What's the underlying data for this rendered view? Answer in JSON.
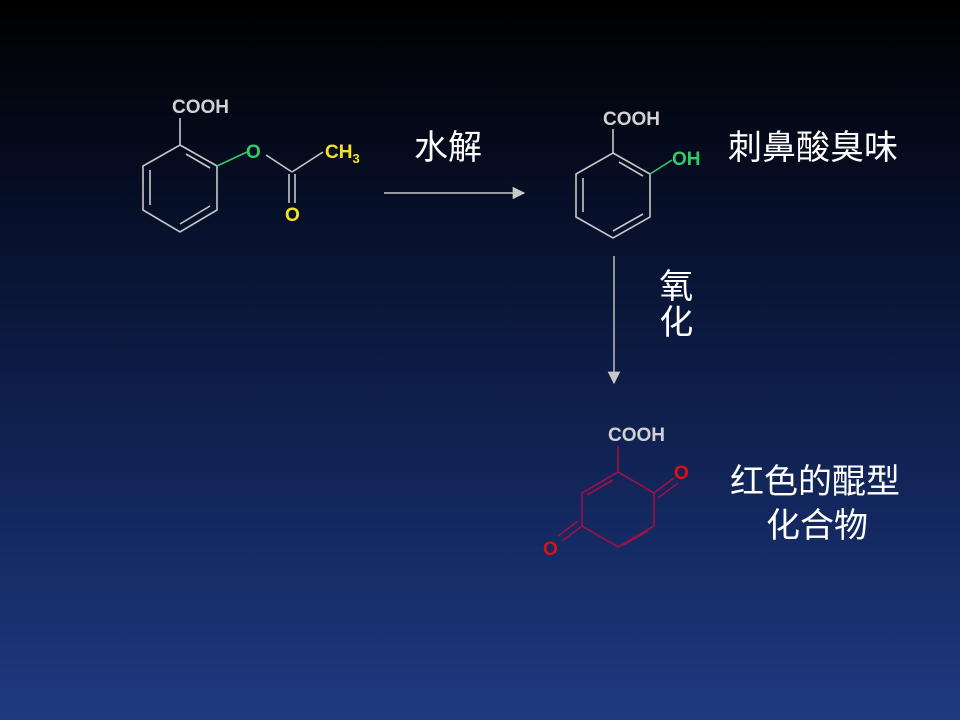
{
  "colors": {
    "background_top": "#000000",
    "background_bottom": "#1f3a80",
    "bond": "#c8c8c8",
    "label_grey": "#d2d2d2",
    "ester_oxygen": "#2ecc6a",
    "acetyl": "#f5e31f",
    "hydroxyl": "#2ecc6a",
    "quinone_bond": "#a01048",
    "quinone_oxygen": "#e01010",
    "text": "#ffffff"
  },
  "aspirin": {
    "cooh": "COOH",
    "ester_o": "O",
    "ch3_main": "CH",
    "ch3_sub": "3",
    "carbonyl_o": "O"
  },
  "salicylic_acid": {
    "cooh": "COOH",
    "oh": "OH"
  },
  "quinone": {
    "cooh": "COOH",
    "o_right": "O",
    "o_left": "O"
  },
  "reactions": {
    "hydrolysis_label": "水解",
    "oxidation_label": "氧化"
  },
  "annotations": {
    "salicylic_smell": "刺鼻酸臭味",
    "quinone_line1": "红色的醌型",
    "quinone_line2": "化合物"
  }
}
